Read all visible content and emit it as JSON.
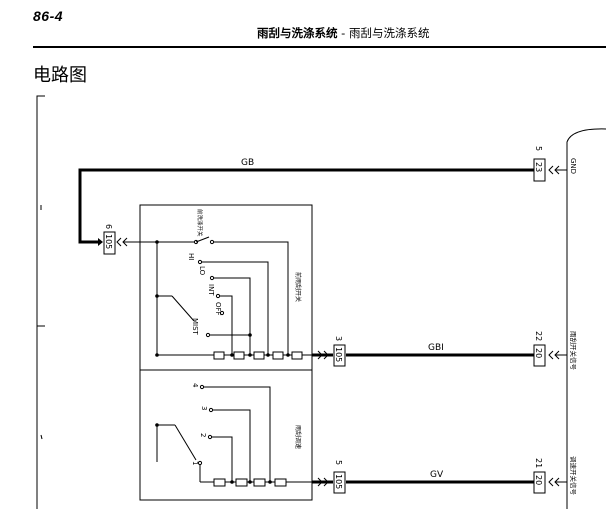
{
  "header": {
    "page_number": "86-4",
    "title_bold": "雨刮与洗涤系统",
    "title_separator": " - ",
    "title_normal": "雨刮与洗涤系统"
  },
  "section_title": "电路图",
  "diagram": {
    "wires": {
      "gb": "GB",
      "gbi": "GBI",
      "gv": "GV"
    },
    "left_connectors": [
      {
        "pin": "6",
        "connector": "105"
      },
      {
        "pin": "3",
        "connector": "105"
      },
      {
        "pin": "5",
        "connector": "105"
      }
    ],
    "right_connectors": [
      {
        "pin": "5",
        "connector": "23"
      },
      {
        "pin": "22",
        "connector": "20"
      },
      {
        "pin": "21",
        "connector": "20"
      }
    ],
    "signals": [
      "GND",
      "雨刮开关信号",
      "调速开关信号"
    ],
    "washer_switch_label": "前洗涤开关",
    "wiper_switch_label": "前雨刮开关",
    "speed_switch_label": "雨刮调速",
    "wiper_positions": [
      "HI",
      "LO",
      "INT",
      "OFF",
      "MIST"
    ],
    "speed_positions": [
      "4",
      "3",
      "2",
      "1"
    ]
  }
}
